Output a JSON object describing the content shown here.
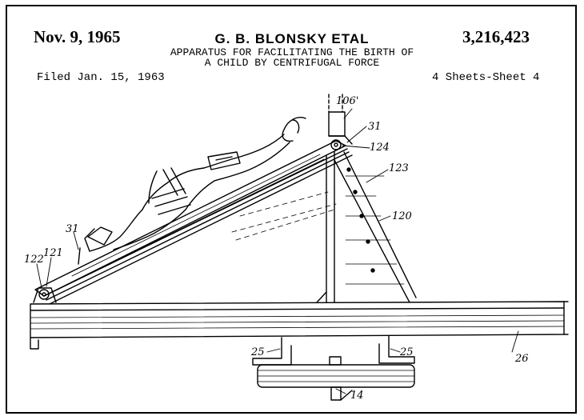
{
  "header": {
    "date": "Nov. 9, 1965",
    "inventor": "G. B. BLONSKY ETAL",
    "patent_number": "3,216,423",
    "title_line1": "APPARATUS FOR FACILITATING THE BIRTH OF",
    "title_line2": "A CHILD BY CENTRIFUGAL FORCE",
    "filed": "Filed Jan. 15, 1963",
    "sheets": "4 Sheets-Sheet 4"
  },
  "labels": {
    "l106": "106'",
    "l31_top": "31",
    "l124": "124",
    "l123": "123",
    "l120": "120",
    "l31_left": "31",
    "l122": "122",
    "l121": "121",
    "l25_left": "25",
    "l25_right": "25",
    "l26": "26",
    "l14": "14"
  }
}
